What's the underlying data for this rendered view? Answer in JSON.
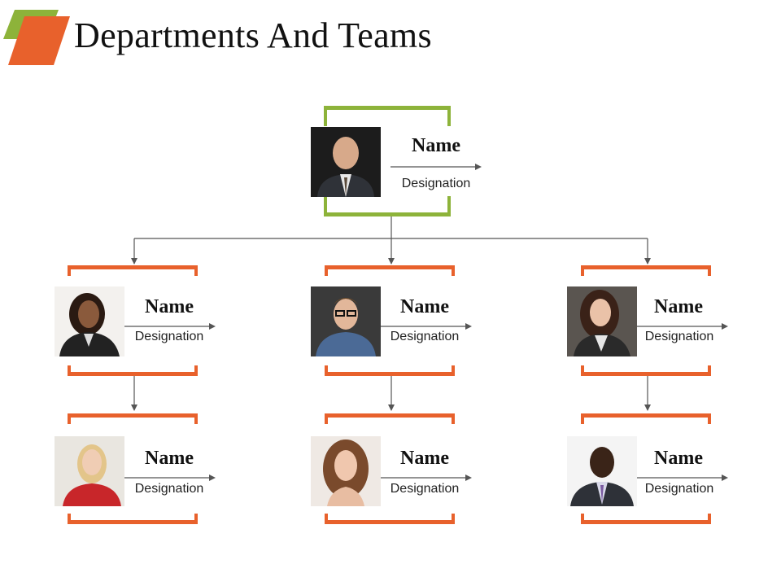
{
  "title": "Departments And Teams",
  "colors": {
    "accent_green": "#8DB33A",
    "accent_orange": "#E8612C",
    "connector": "#555555"
  },
  "root": {
    "name": "Name",
    "designation": "Designation",
    "photo_icon": "person-photo-icon"
  },
  "departments": [
    {
      "head": {
        "name": "Name",
        "designation": "Designation"
      },
      "member": {
        "name": "Name",
        "designation": "Designation"
      }
    },
    {
      "head": {
        "name": "Name",
        "designation": "Designation"
      },
      "member": {
        "name": "Name",
        "designation": "Designation"
      }
    },
    {
      "head": {
        "name": "Name",
        "designation": "Designation"
      },
      "member": {
        "name": "Name",
        "designation": "Designation"
      }
    }
  ]
}
